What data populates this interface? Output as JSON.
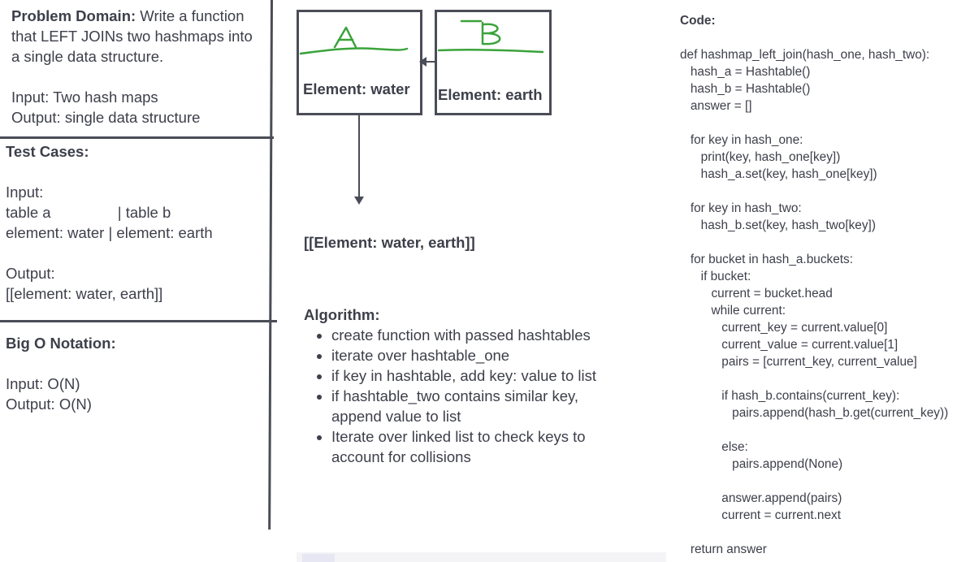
{
  "problem": {
    "heading": "Problem Domain:",
    "text_1": " Write a function",
    "text_2": "that LEFT JOINs two hashmaps into",
    "text_3": "a single data structure.",
    "input": "Input: Two hash maps",
    "output": "Output: single data structure"
  },
  "test_cases": {
    "heading": "Test Cases:",
    "input_label": "Input:",
    "table_header": "table a                | table b",
    "table_row": "element: water | element: earth",
    "output_label": "Output:",
    "output_value": "[[element: water, earth]]"
  },
  "big_o": {
    "heading": "Big O Notation:",
    "input": "Input: O(N)",
    "output": "Output: O(N)"
  },
  "diagram": {
    "box_a_letter": "A",
    "box_a_label": "Element: water",
    "box_b_letter": "B",
    "box_b_label": "Element: earth",
    "result": "[[Element: water, earth]]",
    "accent_color": "#3aa33a"
  },
  "algorithm": {
    "heading": "Algorithm:",
    "items": [
      "create function with passed hashtables",
      "iterate over hashtable_one",
      "if key in hashtable, add key: value to list",
      "if hashtable_two contains similar key,\nappend value to list",
      "Iterate over linked list to check keys to\naccount for collisions"
    ]
  },
  "code": {
    "heading": "Code:",
    "lines": [
      "",
      "def hashmap_left_join(hash_one, hash_two):",
      "   hash_a = Hashtable()",
      "   hash_b = Hashtable()",
      "   answer = []",
      "",
      "   for key in hash_one:",
      "      print(key, hash_one[key])",
      "      hash_a.set(key, hash_one[key])",
      "",
      "   for key in hash_two:",
      "      hash_b.set(key, hash_two[key])",
      "",
      "   for bucket in hash_a.buckets:",
      "      if bucket:",
      "         current = bucket.head",
      "         while current:",
      "            current_key = current.value[0]",
      "            current_value = current.value[1]",
      "            pairs = [current_key, current_value]",
      "",
      "            if hash_b.contains(current_key):",
      "               pairs.append(hash_b.get(current_key))",
      "",
      "            else:",
      "               pairs.append(None)",
      "",
      "            answer.append(pairs)",
      "            current = current.next",
      "",
      "   return answer"
    ]
  }
}
